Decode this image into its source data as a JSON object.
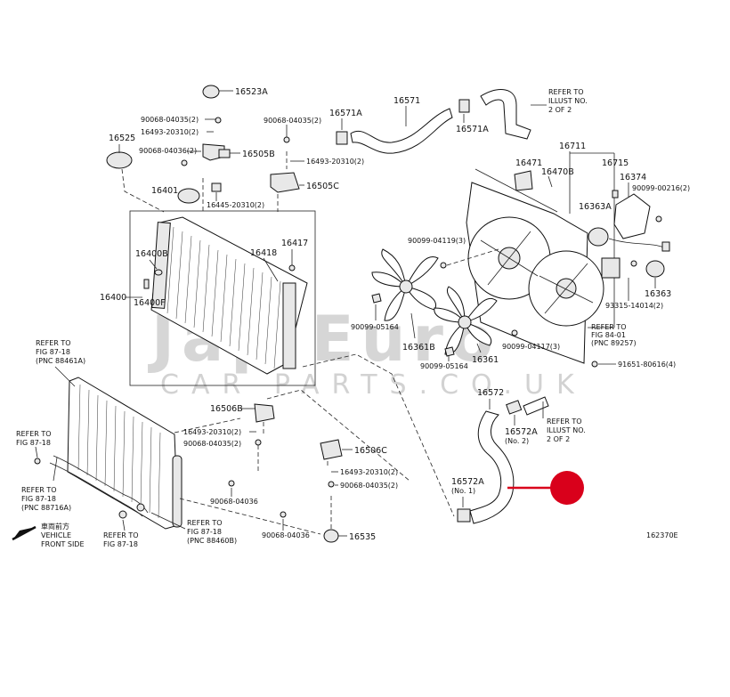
{
  "labels": {
    "p16523A": "16523A",
    "p90068_04035_a": "90068-04035(2)",
    "p16493_20310_a": "16493-20310(2)",
    "p90068_04036_a": "90068-04036(2)",
    "p16525": "16525",
    "p16505B": "16505B",
    "p90068_04035_b": "90068-04035(2)",
    "p16571A_a": "16571A",
    "p16571": "16571",
    "p16571A_b": "16571A",
    "p16493_20310_b": "16493-20310(2)",
    "p16505C": "16505C",
    "p16401": "16401",
    "p16445_20310": "16445-20310(2)",
    "p16711": "16711",
    "p16471": "16471",
    "p16470B": "16470B",
    "p16715": "16715",
    "p16374": "16374",
    "p90099_00216": "90099-00216(2)",
    "p16363A": "16363A",
    "p90099_04119": "90099-04119(3)",
    "p16417": "16417",
    "p16418": "16418",
    "p16400B": "16400B",
    "p16400": "16400",
    "p16400F": "16400F",
    "p16363": "16363",
    "p93315_14014": "93315-14014(2)",
    "p90099_05164_a": "90099-05164",
    "p16361B": "16361B",
    "p90099_05164_b": "90099-05164",
    "p16361": "16361",
    "p90099_04117": "90099-04117(3)",
    "p91651_80616": "91651-80616(4)",
    "p16572": "16572",
    "p16506B": "16506B",
    "p16493_20310_c": "16493-20310(2)",
    "p90068_04035_c": "90068-04035(2)",
    "p16572A_no2": "16572A",
    "p16572A_no2_sub": "(No. 2)",
    "p16506C": "16506C",
    "p16493_20310_d": "16493-20310(2)",
    "p90068_04035_d": "90068-04035(2)",
    "p16572A_no1": "16572A",
    "p16572A_no1_sub": "(No. 1)",
    "p90068_04036_b": "90068-04036",
    "p90068_04036_c": "90068-04036",
    "p16535": "16535",
    "diagram_id": "162370E"
  },
  "refs": {
    "top_right": [
      "REFER TO",
      "ILLUST NO.",
      "2 OF 2"
    ],
    "mid_right": [
      "REFER TO",
      "ILLUST NO.",
      "2 OF 2"
    ],
    "fig_84_01": [
      "REFER TO",
      "FIG 84-01",
      "(PNC 89257)"
    ],
    "fig_87_18_a": [
      "REFER TO",
      "FIG 87-18",
      "(PNC 88461A)"
    ],
    "fig_87_18_b": [
      "REFER TO",
      "FIG 87-18"
    ],
    "fig_87_18_c": [
      "REFER TO",
      "FIG 87-18",
      "(PNC 88716A)"
    ],
    "fig_87_18_d": [
      "REFER TO",
      "FIG 87-18"
    ],
    "fig_87_18_e": [
      "REFER TO",
      "FIG 87-18",
      "(PNC 88460B)"
    ]
  },
  "front": {
    "japanese": "車両前方",
    "line1": "VEHICLE",
    "line2": "FRONT SIDE"
  },
  "watermark": {
    "line1": "Jap Euro",
    "line2": "CAR PARTS.CO.UK"
  },
  "colors": {
    "marker": "#d9001b"
  }
}
